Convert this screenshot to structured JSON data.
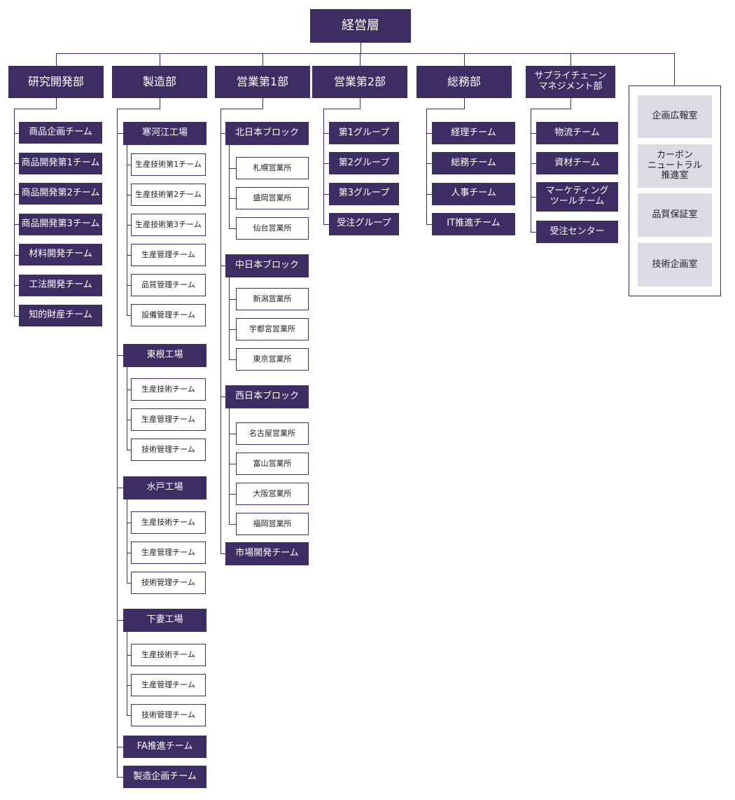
{
  "chart": {
    "root": "経営層",
    "depts": {
      "rd": "研究開発部",
      "mfg": "製造部",
      "s1": "営業第1部",
      "s2": "営業第2部",
      "ga": "総務部",
      "scm": "サプライチェーン\nマネジメント部"
    },
    "rd": [
      "商品企画チーム",
      "商品開発第1チーム",
      "商品開発第2チーム",
      "商品開発第3チーム",
      "材料開発チーム",
      "工法開発チーム",
      "知的財産チーム"
    ],
    "mfg": {
      "kanga": {
        "name": "寒河江工場",
        "teams": [
          "生産技術第1チーム",
          "生産技術第2チーム",
          "生産技術第3チーム",
          "生産管理チーム",
          "品質管理チーム",
          "設備管理チーム"
        ]
      },
      "higashine": {
        "name": "東根工場",
        "teams": [
          "生産技術チーム",
          "生産管理チーム",
          "技術管理チーム"
        ]
      },
      "mito": {
        "name": "水戸工場",
        "teams": [
          "生産技術チーム",
          "生産管理チーム",
          "技術管理チーム"
        ]
      },
      "shimotsuma": {
        "name": "下妻工場",
        "teams": [
          "生産技術チーム",
          "生産管理チーム",
          "技術管理チーム"
        ]
      },
      "fa": "FA推進チーム",
      "planning": "製造企画チーム"
    },
    "s1": {
      "north": {
        "name": "北日本ブロック",
        "offices": [
          "札幌営業所",
          "盛岡営業所",
          "仙台営業所"
        ]
      },
      "central": {
        "name": "中日本ブロック",
        "offices": [
          "新潟営業所",
          "宇都宮営業所",
          "東京営業所"
        ]
      },
      "west": {
        "name": "西日本ブロック",
        "offices": [
          "名古屋営業所",
          "富山営業所",
          "大阪営業所",
          "福岡営業所"
        ]
      },
      "market": "市場開発チーム"
    },
    "s2": [
      "第1グループ",
      "第2グループ",
      "第3グループ",
      "受注グループ"
    ],
    "ga": [
      "経理チーム",
      "総務チーム",
      "人事チーム",
      "IT推進チーム"
    ],
    "scm": [
      "物流チーム",
      "資材チーム",
      "マーケティング\nツールチーム",
      "受注センター"
    ],
    "staff": [
      "企画広報室",
      "カーボン\nニュートラル\n推進室",
      "品質保証室",
      "技術企画室"
    ]
  }
}
